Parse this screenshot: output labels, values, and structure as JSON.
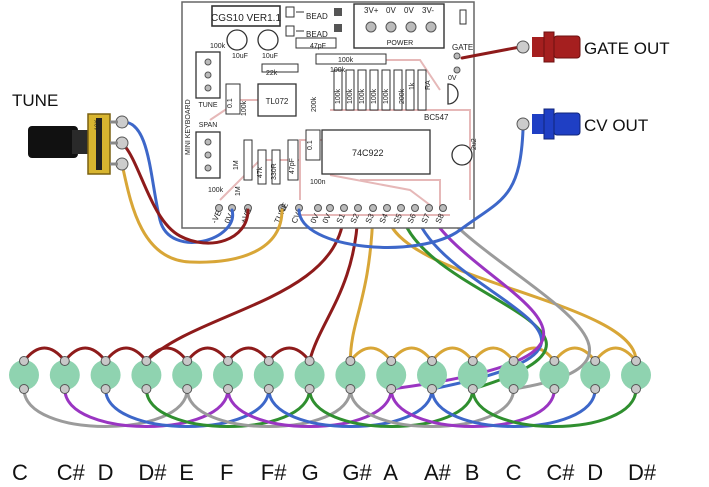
{
  "board": {
    "title": "CGS10 VER1.1",
    "side_label": "MINI KEYBOARD",
    "bead_labels": [
      "BEAD",
      "BEAD"
    ],
    "power_header_labels": [
      "3V+",
      "0V",
      "0V",
      "3V-"
    ],
    "power_label": "POWER",
    "gate_label": "GATE",
    "ic_labels": [
      "TL072",
      "74C922",
      "BC547"
    ],
    "trimmer_labels": [
      "TUNE",
      "SPAN"
    ],
    "component_values": [
      "100k",
      "10uF",
      "10uF",
      "47pF",
      "22k",
      "100k",
      "0.1",
      "100k",
      "200k",
      "100k",
      "100k",
      "100k",
      "100k",
      "100k",
      "200k",
      "1k",
      "RA",
      "0V",
      "1M",
      "1M",
      "47k",
      "330R",
      "47pF",
      "0.1",
      "100n",
      "100k",
      "2u2",
      "100k"
    ],
    "edge_pad_labels": [
      "-VE",
      "0V",
      "+VE",
      "TUNE",
      "CV",
      "0V",
      "0V",
      "S1",
      "S2",
      "S3",
      "S4",
      "S5",
      "S6",
      "S7",
      "S8"
    ]
  },
  "pot": {
    "label": "TUNE",
    "body_text": "10K"
  },
  "outputs": [
    {
      "label": "GATE OUT",
      "color": "#a51f1f"
    },
    {
      "label": "CV OUT",
      "color": "#1f3fc4"
    }
  ],
  "keys": [
    "C",
    "C#",
    "D",
    "D#",
    "E",
    "F",
    "F#",
    "G",
    "G#",
    "A",
    "A#",
    "B",
    "C",
    "C#",
    "D",
    "D#"
  ],
  "colors": {
    "red_wire": "#8e1b1b",
    "gold_wire": "#d8a637",
    "blue_wire": "#3d67c9",
    "green_wire": "#2f8f2f",
    "purple_wire": "#9a35c2",
    "gray_wire": "#9b9b9b",
    "key_pad": "#8fd3b0",
    "trace": "#e6b8b8"
  }
}
